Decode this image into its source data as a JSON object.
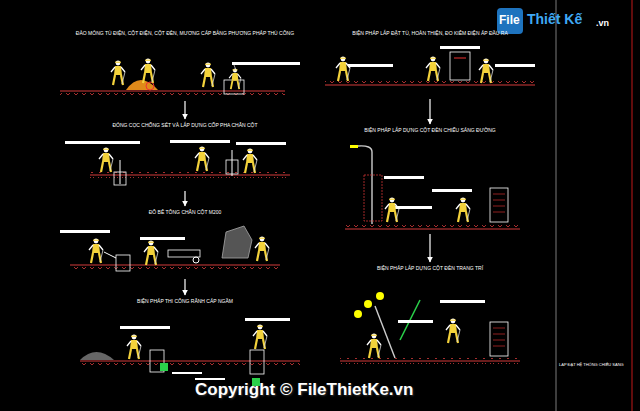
{
  "diagram": {
    "nodes": [
      {
        "text": [
          "ĐÀO MÓNG TỦ ĐIỆN, CỘT ĐIỆN, CỘT ĐÈN, MƯƠNG CÁP BẰNG PHƯƠNG PHÁP THỦ CÔNG"
        ]
      },
      {
        "text": [
          "ĐÓNG CỌC CHỐNG SÉT VÀ LẮP DỰNG CỐP PHA CHÂN CỘT"
        ]
      },
      {
        "text": [
          "ĐỔ BÊ TÔNG CHÂN CỘT M200"
        ]
      },
      {
        "text": [
          "BIỆN PHÁP THI CÔNG RÃNH CÁP NGẦM"
        ]
      },
      {
        "text": [
          "BIỆN PHÁP LẮP ĐẶT TỦ, HOÀN THIỆN, ĐO KIỂM ĐIỆN ÁP ĐẦU RA"
        ]
      },
      {
        "text": [
          "BIỆN PHÁP LẮP DỰNG CỘT ĐÈN CHIẾU SÁNG ĐƯỜNG"
        ]
      },
      {
        "text": [
          "BIỆN PHÁP LẮP DỰNG CỘT ĐÈN TRANG TRÍ"
        ]
      }
    ],
    "edges": [
      {
        "from": 0,
        "to": 1,
        "arrow": "to"
      },
      {
        "from": 1,
        "to": 2,
        "arrow": "to"
      },
      {
        "from": 2,
        "to": 3,
        "arrow": "to"
      },
      {
        "from": 4,
        "to": 5,
        "arrow": "to"
      },
      {
        "from": 5,
        "to": 6,
        "arrow": "to"
      }
    ],
    "labels": [
      "File",
      "Thiết Kế",
      ".vn",
      "Copyright © FileThietKe.vn",
      "LẮP ĐẶT HỆ THỐNG CHIẾU SÁNG"
    ]
  }
}
